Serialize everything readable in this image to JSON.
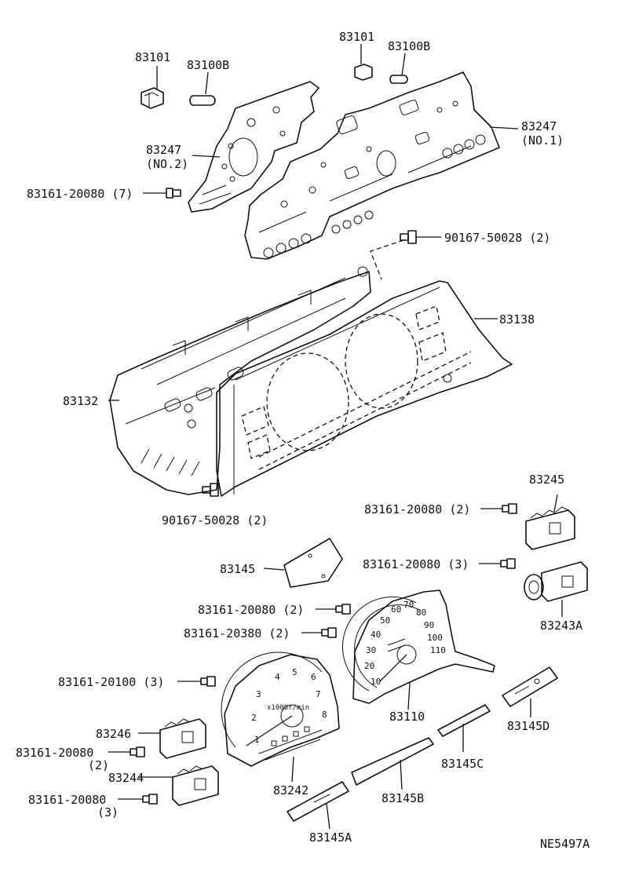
{
  "labels": {
    "p83101_left": "83101",
    "p83100b_left": "83100B",
    "p83101_right": "83101",
    "p83100b_right": "83100B",
    "p83247_no2": "83247",
    "p83247_no2_sub": "(NO.2)",
    "p83247_no1": "83247",
    "p83247_no1_sub": "(NO.1)",
    "screw_top": "83161-20080 (7)",
    "bolt_top": "90167-50028 (2)",
    "p83138": "83138",
    "p83132": "83132",
    "bolt_bottom": "90167-50028 (2)",
    "p83245": "83245",
    "screw_83245": "83161-20080 (2)",
    "screw_83243a": "83161-20080 (3)",
    "p83243a": "83243A",
    "p83145": "83145",
    "screw_speedo1": "83161-20080 (2)",
    "screw_speedo2": "83161-20380 (2)",
    "screw_tacho": "83161-20100 (3)",
    "p83110": "83110",
    "p83145d": "83145D",
    "p83246": "83246",
    "screw_83246": "83161-20080",
    "screw_83246_qty": "(2)",
    "p83244": "83244",
    "screw_83244": "83161-20080",
    "screw_83244_qty": "(3)",
    "p83242": "83242",
    "p83145c": "83145C",
    "p83145b": "83145B",
    "p83145a": "83145A",
    "diagram_code": "NE5497A"
  },
  "tachometer": {
    "ticks": [
      "1",
      "2",
      "3",
      "4",
      "5",
      "6",
      "7",
      "8"
    ],
    "unit": "x1000r/min"
  },
  "speedometer": {
    "ticks": [
      "10",
      "20",
      "30",
      "40",
      "50",
      "60",
      "70",
      "80",
      "90",
      "100",
      "110"
    ]
  }
}
